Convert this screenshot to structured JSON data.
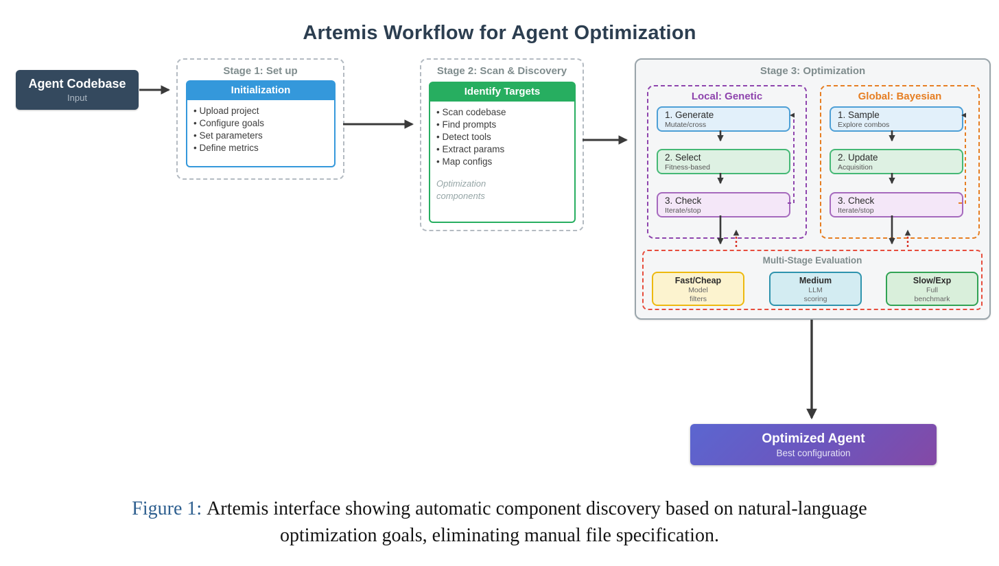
{
  "title": "Artemis Workflow for Agent Optimization",
  "colors": {
    "title_text": "#2c3e50",
    "input_node_bg": "#34495e",
    "stage1_accent": "#3498db",
    "stage2_accent": "#27ae60",
    "local_accent": "#8e44ad",
    "global_accent": "#e67e22",
    "evaluation_accent": "#e74c3c",
    "output_gradient_start": "#5b66d0",
    "output_gradient_end": "#8449a5",
    "arrow": "#3a3a3a",
    "figure_label": "#2e5f8f"
  },
  "input_node": {
    "title": "Agent Codebase",
    "subtitle": "Input"
  },
  "stage1": {
    "label": "Stage 1: Set up",
    "card": {
      "header": "Initialization",
      "items": [
        "Upload project",
        "Configure goals",
        "Set parameters",
        "Define metrics"
      ]
    }
  },
  "stage2": {
    "label": "Stage 2: Scan & Discovery",
    "card": {
      "header": "Identify Targets",
      "items": [
        "Scan codebase",
        "Find prompts",
        "Detect tools",
        "Extract params",
        "Map configs"
      ],
      "note": "Optimization components"
    }
  },
  "stage3": {
    "label": "Stage 3: Optimization",
    "local": {
      "label": "Local: Genetic",
      "steps": [
        {
          "title": "1. Generate",
          "subtitle": "Mutate/cross"
        },
        {
          "title": "2. Select",
          "subtitle": "Fitness-based"
        },
        {
          "title": "3. Check",
          "subtitle": "Iterate/stop"
        }
      ]
    },
    "global": {
      "label": "Global: Bayesian",
      "steps": [
        {
          "title": "1. Sample",
          "subtitle": "Explore combos"
        },
        {
          "title": "2. Update",
          "subtitle": "Acquisition"
        },
        {
          "title": "3. Check",
          "subtitle": "Iterate/stop"
        }
      ]
    },
    "evaluation": {
      "label": "Multi-Stage Evaluation",
      "cards": [
        {
          "title": "Fast/Cheap",
          "line1": "Model",
          "line2": "filters"
        },
        {
          "title": "Medium",
          "line1": "LLM",
          "line2": "scoring"
        },
        {
          "title": "Slow/Exp",
          "line1": "Full",
          "line2": "benchmark"
        }
      ]
    }
  },
  "output_node": {
    "title": "Optimized Agent",
    "subtitle": "Best configuration"
  },
  "caption": {
    "label": "Figure 1:",
    "line1": "Artemis interface showing automatic component discovery based on natural-language",
    "line2": "optimization goals, eliminating manual file specification."
  }
}
